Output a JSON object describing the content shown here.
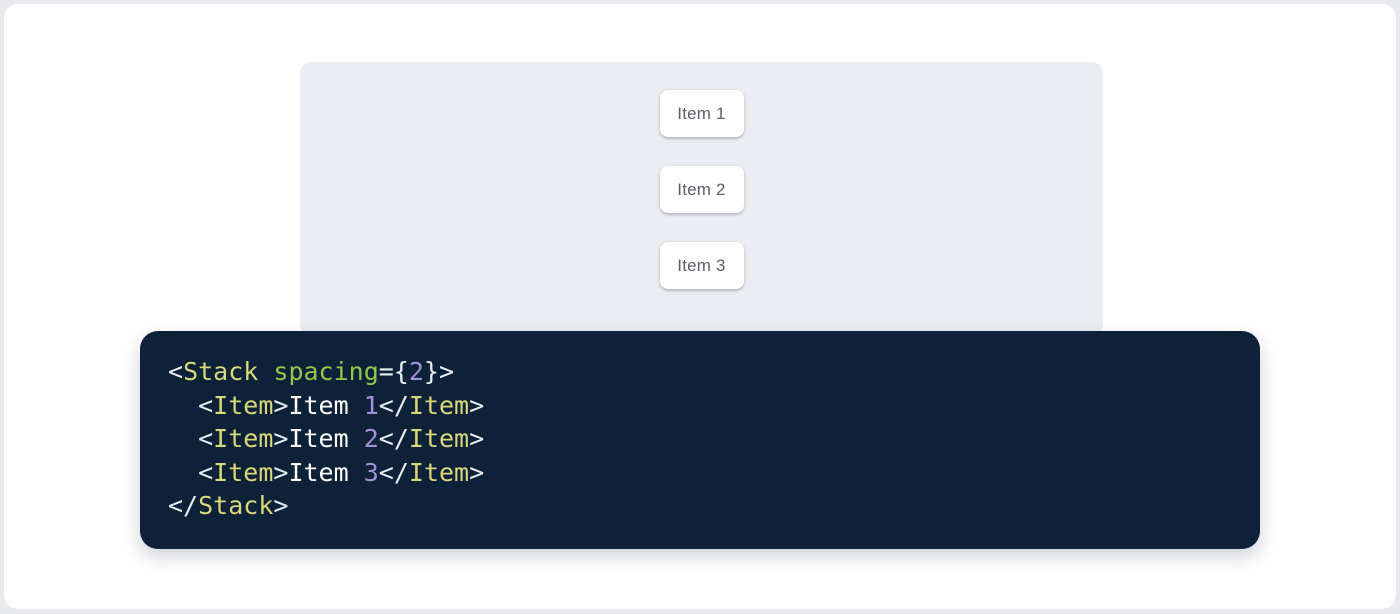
{
  "page": {
    "background": "#e7e9ec",
    "card_background": "#ffffff"
  },
  "demo": {
    "panel_background": "#eaedf1",
    "item_text_color": "#5c6066",
    "items": [
      {
        "label": "Item 1"
      },
      {
        "label": "Item 2"
      },
      {
        "label": "Item 3"
      }
    ]
  },
  "code": {
    "background": "#0d2139",
    "colors": {
      "punct": "#e9eef5",
      "tag": "#d9d97a",
      "attr": "#93c948",
      "num": "#a48fd9",
      "text": "#ffffff"
    },
    "source_text": "<Stack spacing={2}>\n  <Item>Item 1</Item>\n  <Item>Item 2</Item>\n  <Item>Item 3</Item>\n</Stack>",
    "lines": [
      {
        "tokens": [
          [
            "punct",
            "<"
          ],
          [
            "tag",
            "Stack"
          ],
          [
            "text",
            " "
          ],
          [
            "attr",
            "spacing"
          ],
          [
            "punct",
            "={"
          ],
          [
            "num",
            "2"
          ],
          [
            "punct",
            "}>"
          ]
        ]
      },
      {
        "tokens": [
          [
            "text",
            "  "
          ],
          [
            "punct",
            "<"
          ],
          [
            "tag",
            "Item"
          ],
          [
            "punct",
            ">"
          ],
          [
            "text",
            "Item "
          ],
          [
            "num",
            "1"
          ],
          [
            "punct",
            "</"
          ],
          [
            "tag",
            "Item"
          ],
          [
            "punct",
            ">"
          ]
        ]
      },
      {
        "tokens": [
          [
            "text",
            "  "
          ],
          [
            "punct",
            "<"
          ],
          [
            "tag",
            "Item"
          ],
          [
            "punct",
            ">"
          ],
          [
            "text",
            "Item "
          ],
          [
            "num",
            "2"
          ],
          [
            "punct",
            "</"
          ],
          [
            "tag",
            "Item"
          ],
          [
            "punct",
            ">"
          ]
        ]
      },
      {
        "tokens": [
          [
            "text",
            "  "
          ],
          [
            "punct",
            "<"
          ],
          [
            "tag",
            "Item"
          ],
          [
            "punct",
            ">"
          ],
          [
            "text",
            "Item "
          ],
          [
            "num",
            "3"
          ],
          [
            "punct",
            "</"
          ],
          [
            "tag",
            "Item"
          ],
          [
            "punct",
            ">"
          ]
        ]
      },
      {
        "tokens": [
          [
            "punct",
            "</"
          ],
          [
            "tag",
            "Stack"
          ],
          [
            "punct",
            ">"
          ]
        ]
      }
    ]
  }
}
